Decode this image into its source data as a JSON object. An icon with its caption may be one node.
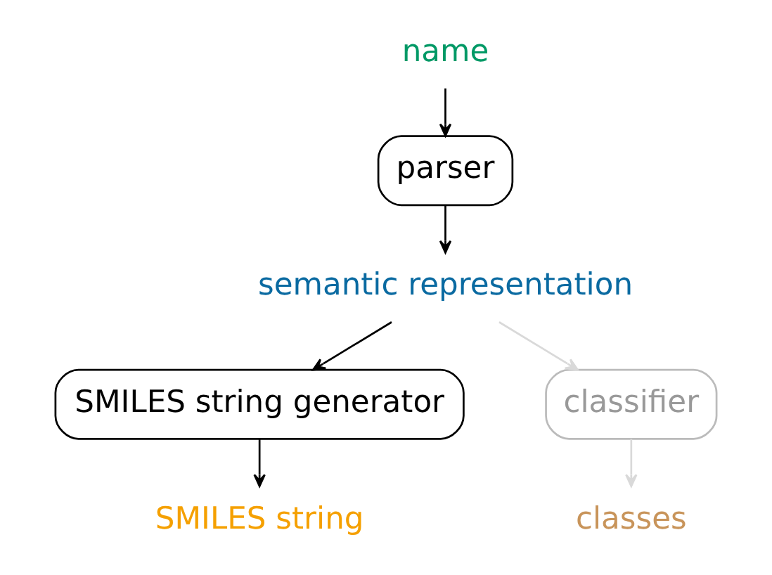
{
  "diagram": {
    "nodes": [
      {
        "text": [
          "name"
        ]
      },
      {
        "text": [
          "parser"
        ]
      },
      {
        "text": [
          "semantic representation"
        ]
      },
      {
        "text": [
          "SMILES string generator"
        ]
      },
      {
        "text": [
          "classifier"
        ]
      },
      {
        "text": [
          "SMILES string"
        ]
      },
      {
        "text": [
          "classes"
        ]
      }
    ],
    "edges": [
      {
        "from": 0,
        "to": 1,
        "arrow": "to"
      },
      {
        "from": 1,
        "to": 2,
        "arrow": "to"
      },
      {
        "from": 2,
        "to": 3,
        "arrow": "to"
      },
      {
        "from": 2,
        "to": 4,
        "arrow": "to",
        "color": "#d9d9d9"
      },
      {
        "from": 3,
        "to": 5,
        "arrow": "to"
      },
      {
        "from": 4,
        "to": 6,
        "arrow": "to",
        "color": "#d9d9d9"
      }
    ]
  }
}
